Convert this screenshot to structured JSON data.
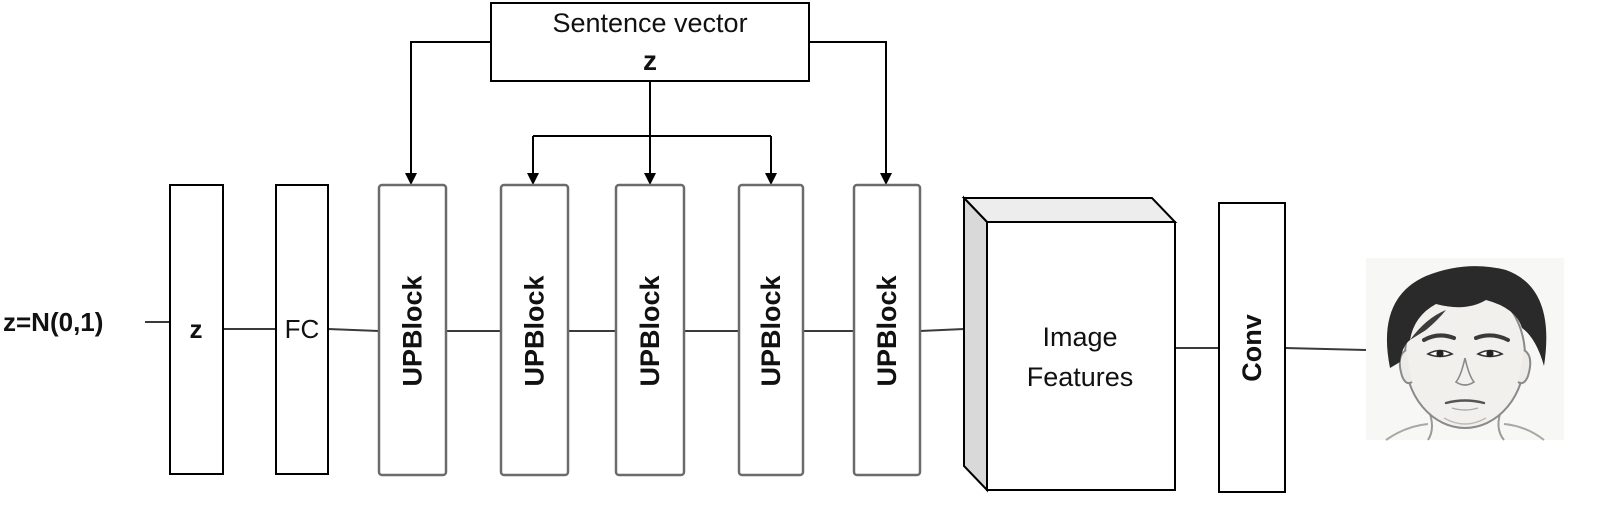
{
  "diagram": {
    "input_label": "z=N(0,1)",
    "sentence_vector": {
      "title": "Sentence vector",
      "symbol": "z"
    },
    "blocks": [
      {
        "id": "z",
        "label": "z"
      },
      {
        "id": "fc",
        "label": "FC"
      },
      {
        "id": "up1",
        "label": "UPBlock"
      },
      {
        "id": "up2",
        "label": "UPBlock"
      },
      {
        "id": "up3",
        "label": "UPBlock"
      },
      {
        "id": "up4",
        "label": "UPBlock"
      },
      {
        "id": "up5",
        "label": "UPBlock"
      }
    ],
    "features": {
      "line1": "Image",
      "line2": "Features"
    },
    "conv": {
      "label": "Conv"
    },
    "output": {
      "description": "face-sketch"
    },
    "colors": {
      "stroke": "#000000",
      "block_stroke_gray": "#6b6b6b",
      "cube_side": "#d9d9d9",
      "cube_top": "#ededed"
    }
  }
}
